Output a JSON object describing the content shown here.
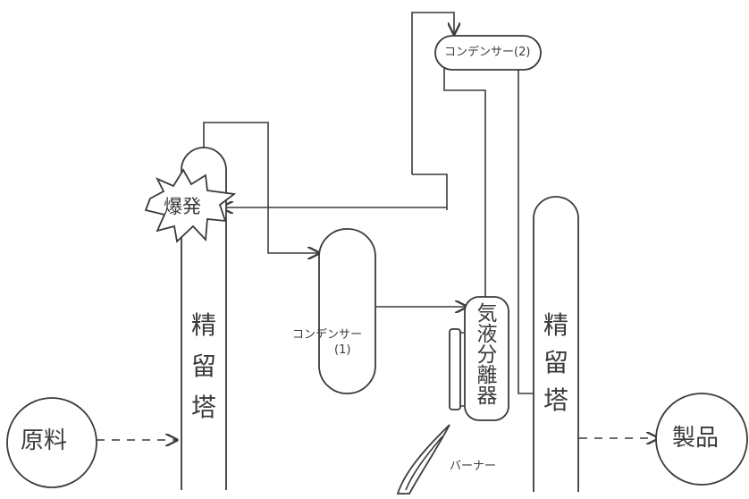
{
  "labels": {
    "raw_material": "原料",
    "product": "製品",
    "explosion": "爆発",
    "column1": [
      "精",
      "留",
      "塔"
    ],
    "column2": [
      "精",
      "留",
      "塔"
    ],
    "separator": [
      "気",
      "液",
      "分",
      "離",
      "器"
    ],
    "condenser1_line1": "コンデンサー",
    "condenser1_line2": "(1)",
    "condenser2": "コンデンサー(2)",
    "burner": "バーナー"
  },
  "colors": {
    "line": "#3a3a3a",
    "background": "#ffffff"
  }
}
